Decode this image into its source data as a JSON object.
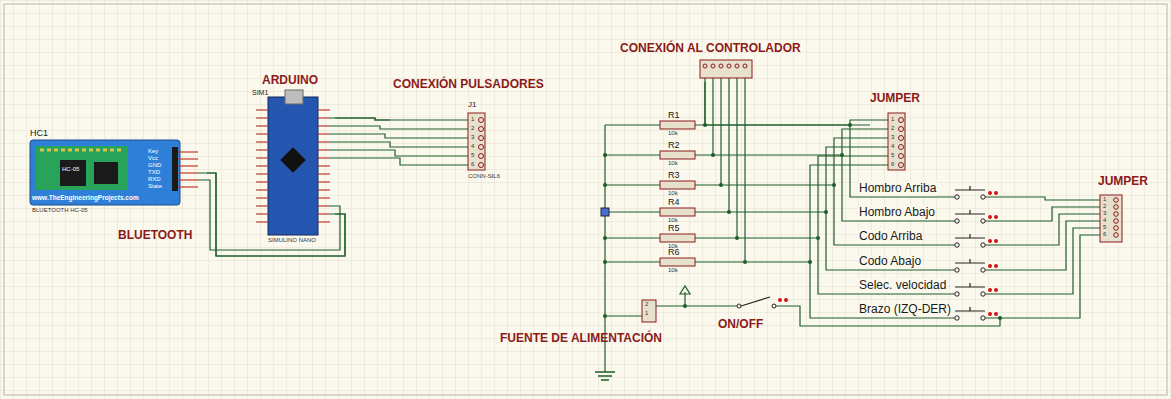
{
  "diagram": {
    "nodes": [
      {
        "text": [
          "HC1",
          "Key",
          "Vcc",
          "GND",
          "TXD",
          "RXD",
          "State",
          "HC-05",
          "www.TheEngineeringProjects.com",
          "BLUETOOTH HC-05"
        ]
      },
      {
        "text": [
          "ARDUINO",
          "SIM1",
          "SIMULINO NANO"
        ]
      },
      {
        "text": [
          "CONEXIÓN PULSADORES",
          "J1",
          "CONN-SIL6"
        ]
      },
      {
        "text": [
          "CONEXIÓN AL CONTROLADOR"
        ]
      },
      {
        "text": [
          "JUMPER"
        ]
      },
      {
        "text": [
          "JUMPER"
        ]
      },
      {
        "text": [
          "FUENTE DE ALIMENTACIÓN"
        ]
      }
    ],
    "edges": [
      {
        "from": 0,
        "to": 1,
        "arrow": "none"
      },
      {
        "from": 1,
        "to": 2,
        "arrow": "none"
      },
      {
        "from": 3,
        "to": 4,
        "arrow": "none"
      }
    ],
    "labels": [
      "BLUETOOTH",
      "1",
      "2",
      "3",
      "4",
      "5",
      "6",
      "R1",
      "10k",
      "R2",
      "10k",
      "R3",
      "10k",
      "R4",
      "10k",
      "R5",
      "10k",
      "R6",
      "10k",
      "1",
      "2",
      "3",
      "4",
      "5",
      "6",
      "Hombro Arriba",
      "Hombro Abajo",
      "Codo Arriba",
      "Codo Abajo",
      "Selec. velocidad",
      "Brazo (IZQ-DER)",
      "1",
      "2",
      "3",
      "4",
      "5",
      "6",
      "2",
      "1",
      "ON/OFF"
    ]
  }
}
